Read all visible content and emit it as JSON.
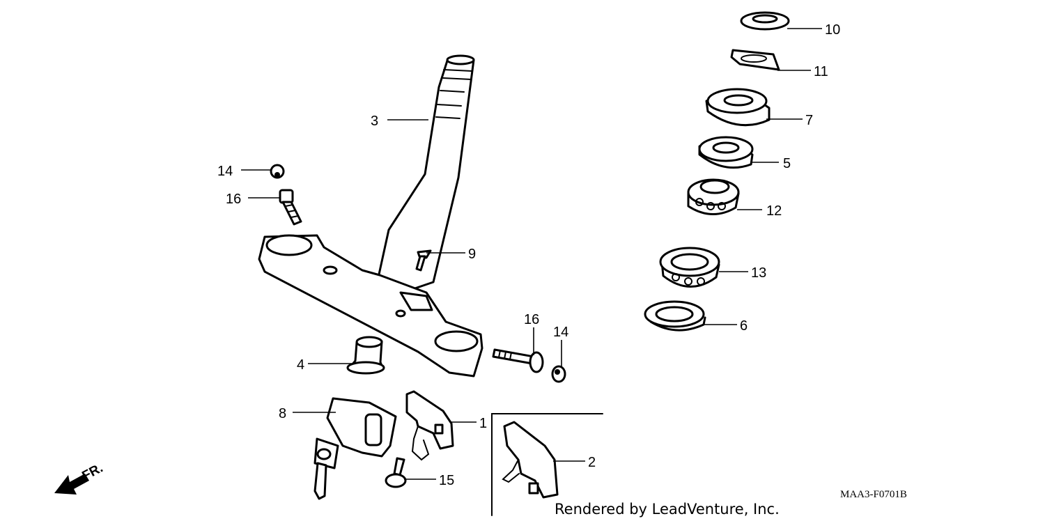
{
  "diagram": {
    "callouts": [
      "1",
      "2",
      "3",
      "4",
      "5",
      "6",
      "7",
      "8",
      "9",
      "10",
      "11",
      "12",
      "13",
      "14",
      "14",
      "15",
      "16",
      "16"
    ],
    "direction_label": "FR.",
    "drawing_code": "MAA3-F0701B",
    "credit": "Rendered by LeadVenture, Inc."
  }
}
